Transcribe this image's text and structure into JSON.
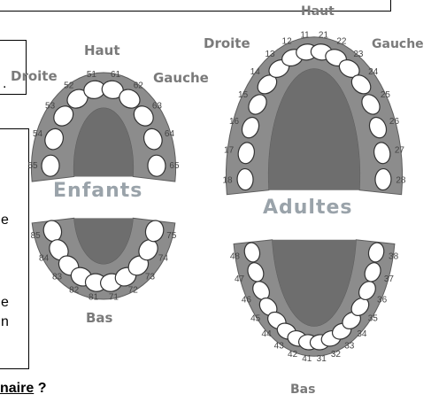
{
  "text_fragments": {
    "dot": ".",
    "line_e1": "e",
    "line_e2": "e",
    "line_n": "n",
    "question_prefix": "",
    "question_underlined": "naire",
    "question_suffix": " ?"
  },
  "labels": {
    "enfants": "Enfants",
    "adultes": "Adultes",
    "haut": "Haut",
    "bas": "Bas",
    "droite": "Droite",
    "gauche": "Gauche"
  },
  "teeth_numbers": {
    "children_upper": [
      "55",
      "54",
      "53",
      "52",
      "51",
      "61",
      "62",
      "63",
      "64",
      "65"
    ],
    "children_lower": [
      "85",
      "84",
      "83",
      "82",
      "81",
      "71",
      "72",
      "73",
      "74",
      "75"
    ],
    "adult_upper": [
      "18",
      "17",
      "16",
      "15",
      "14",
      "13",
      "12",
      "11",
      "21",
      "22",
      "23",
      "24",
      "25",
      "26",
      "27",
      "28"
    ],
    "adult_lower": [
      "48",
      "47",
      "46",
      "45",
      "44",
      "43",
      "42",
      "41",
      "31",
      "32",
      "33",
      "34",
      "35",
      "36",
      "37",
      "38"
    ]
  },
  "colors": {
    "gum": "#8c8c8c",
    "gum_dark": "#5c5c5c",
    "tooth": "#ffffff",
    "title_gray": "#9aa3aa"
  }
}
